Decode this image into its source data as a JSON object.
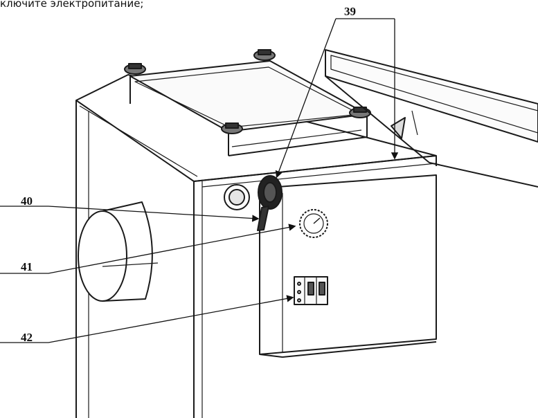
{
  "caption": "ключите электропитание;",
  "callouts": {
    "c39": "39",
    "c40": "40",
    "c41": "41",
    "c42": "42"
  }
}
